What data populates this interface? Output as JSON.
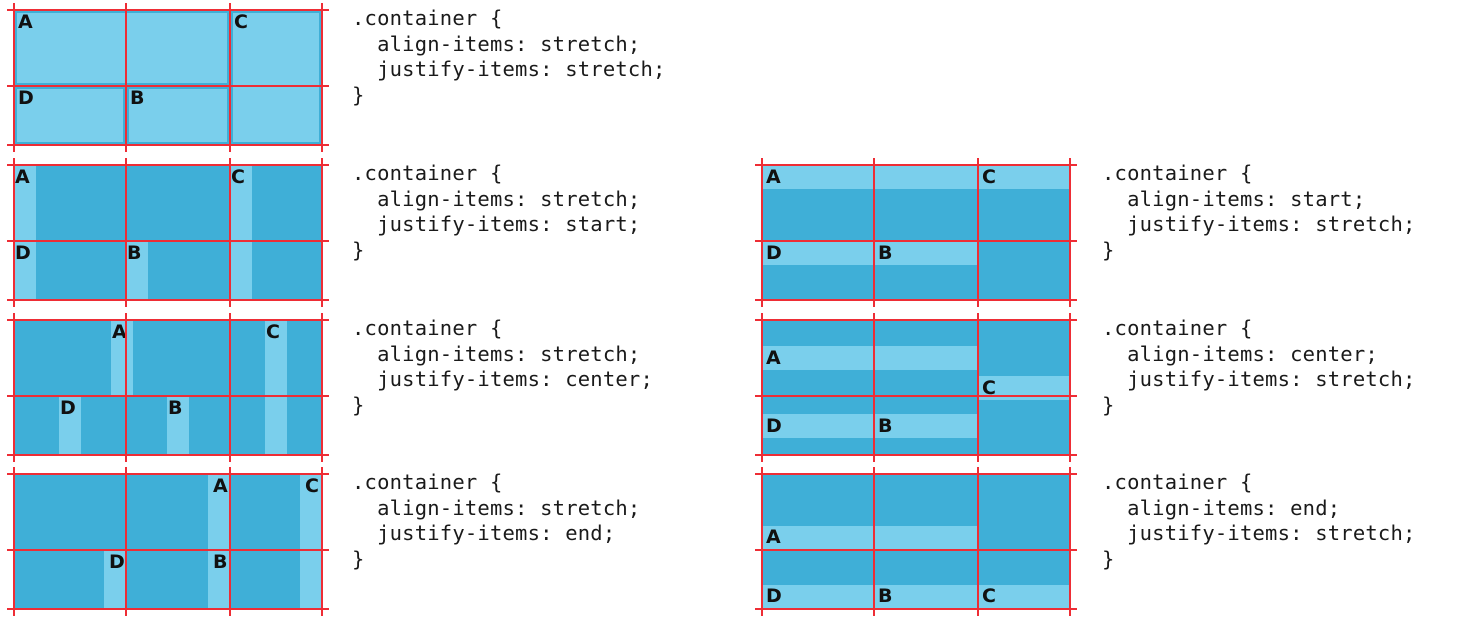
{
  "meta": {
    "title": "CSS Grid align-items and justify-items reference",
    "colors": {
      "cell_background": "#3fafd7",
      "item_fill": "#7acfec",
      "grid_line": "#ee2d35",
      "text": "#1a1a1a",
      "page_background": "#ffffff"
    }
  },
  "figures": [
    {
      "id": "fig-1",
      "selector": ".container",
      "align_items": "stretch",
      "justify_items": "stretch",
      "code_lines": [
        ".container {",
        "  align-items: stretch;",
        "  justify-items: stretch;",
        "}"
      ],
      "cell_fill": "#7acfec",
      "items": [
        {
          "label": "A",
          "columns": "1 / 3",
          "rows": "1 / 2"
        },
        {
          "label": "B",
          "columns": "2 / 3",
          "rows": "2 / 3"
        },
        {
          "label": "C",
          "columns": "3 / 4",
          "rows": "1 / 3"
        },
        {
          "label": "D",
          "columns": "1 / 2",
          "rows": "2 / 3"
        }
      ]
    },
    {
      "id": "fig-2",
      "selector": ".container",
      "align_items": "stretch",
      "justify_items": "start",
      "code_lines": [
        ".container {",
        "  align-items: stretch;",
        "  justify-items: start;",
        "}"
      ],
      "cell_fill": "#3fafd7",
      "items": [
        {
          "label": "A",
          "columns": "1 / 3",
          "rows": "1 / 2"
        },
        {
          "label": "B",
          "columns": "2 / 3",
          "rows": "2 / 3"
        },
        {
          "label": "C",
          "columns": "3 / 4",
          "rows": "1 / 3"
        },
        {
          "label": "D",
          "columns": "1 / 2",
          "rows": "2 / 3"
        }
      ]
    },
    {
      "id": "fig-3",
      "selector": ".container",
      "align_items": "stretch",
      "justify_items": "center",
      "code_lines": [
        ".container {",
        "  align-items: stretch;",
        "  justify-items: center;",
        "}"
      ],
      "cell_fill": "#3fafd7",
      "items": [
        {
          "label": "A",
          "columns": "1 / 3",
          "rows": "1 / 2"
        },
        {
          "label": "B",
          "columns": "2 / 3",
          "rows": "2 / 3"
        },
        {
          "label": "C",
          "columns": "3 / 4",
          "rows": "1 / 3"
        },
        {
          "label": "D",
          "columns": "1 / 2",
          "rows": "2 / 3"
        }
      ]
    },
    {
      "id": "fig-4",
      "selector": ".container",
      "align_items": "stretch",
      "justify_items": "end",
      "code_lines": [
        ".container {",
        "  align-items: stretch;",
        "  justify-items: end;",
        "}"
      ],
      "cell_fill": "#3fafd7",
      "items": [
        {
          "label": "A",
          "columns": "1 / 3",
          "rows": "1 / 2"
        },
        {
          "label": "B",
          "columns": "2 / 3",
          "rows": "2 / 3"
        },
        {
          "label": "C",
          "columns": "3 / 4",
          "rows": "1 / 3"
        },
        {
          "label": "D",
          "columns": "1 / 2",
          "rows": "2 / 3"
        }
      ]
    },
    {
      "id": "fig-5",
      "selector": ".container",
      "align_items": "start",
      "justify_items": "stretch",
      "code_lines": [
        ".container {",
        "  align-items: start;",
        "  justify-items: stretch;",
        "}"
      ],
      "cell_fill": "#3fafd7",
      "items": [
        {
          "label": "A",
          "columns": "1 / 3",
          "rows": "1 / 2"
        },
        {
          "label": "B",
          "columns": "2 / 3",
          "rows": "2 / 3"
        },
        {
          "label": "C",
          "columns": "3 / 4",
          "rows": "1 / 3"
        },
        {
          "label": "D",
          "columns": "1 / 2",
          "rows": "2 / 3"
        }
      ]
    },
    {
      "id": "fig-6",
      "selector": ".container",
      "align_items": "center",
      "justify_items": "stretch",
      "code_lines": [
        ".container {",
        "  align-items: center;",
        "  justify-items: stretch;",
        "}"
      ],
      "cell_fill": "#3fafd7",
      "items": [
        {
          "label": "A",
          "columns": "1 / 3",
          "rows": "1 / 2"
        },
        {
          "label": "B",
          "columns": "2 / 3",
          "rows": "2 / 3"
        },
        {
          "label": "C",
          "columns": "3 / 4",
          "rows": "1 / 3"
        },
        {
          "label": "D",
          "columns": "1 / 2",
          "rows": "2 / 3"
        }
      ]
    },
    {
      "id": "fig-7",
      "selector": ".container",
      "align_items": "end",
      "justify_items": "stretch",
      "code_lines": [
        ".container {",
        "  align-items: end;",
        "  justify-items: stretch;",
        "}"
      ],
      "cell_fill": "#3fafd7",
      "items": [
        {
          "label": "A",
          "columns": "1 / 3",
          "rows": "1 / 2"
        },
        {
          "label": "B",
          "columns": "2 / 3",
          "rows": "2 / 3"
        },
        {
          "label": "C",
          "columns": "3 / 4",
          "rows": "1 / 3"
        },
        {
          "label": "D",
          "columns": "1 / 2",
          "rows": "2 / 3"
        }
      ]
    }
  ]
}
